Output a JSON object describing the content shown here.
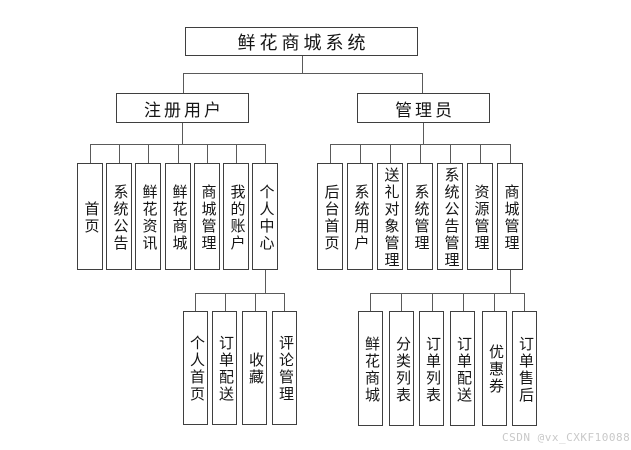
{
  "diagram": {
    "root": "鲜花商城系统",
    "branches": [
      {
        "label": "注册用户",
        "children": [
          "首页",
          "系统公告",
          "鲜花资讯",
          "鲜花商城",
          "商城管理",
          "我的账户",
          "个人中心"
        ],
        "sub_parent": "个人中心",
        "grandchildren": [
          "个人首页",
          "订单配送",
          "收藏",
          "评论管理"
        ]
      },
      {
        "label": "管理员",
        "children": [
          "后台首页",
          "系统用户",
          "送礼对象管理",
          "系统管理",
          "系统公告管理",
          "资源管理",
          "商城管理"
        ],
        "sub_parent": "商城管理",
        "grandchildren": [
          "鲜花商城",
          "分类列表",
          "订单列表",
          "订单配送",
          "优惠券",
          "订单售后"
        ]
      }
    ]
  },
  "watermark": "CSDN @vx_CXKF10088",
  "colors": {
    "box_border": "#3f3f3f",
    "connector": "#5a5a5a",
    "text": "#151515",
    "watermark": "#c9c9c9",
    "background": "#ffffff"
  }
}
